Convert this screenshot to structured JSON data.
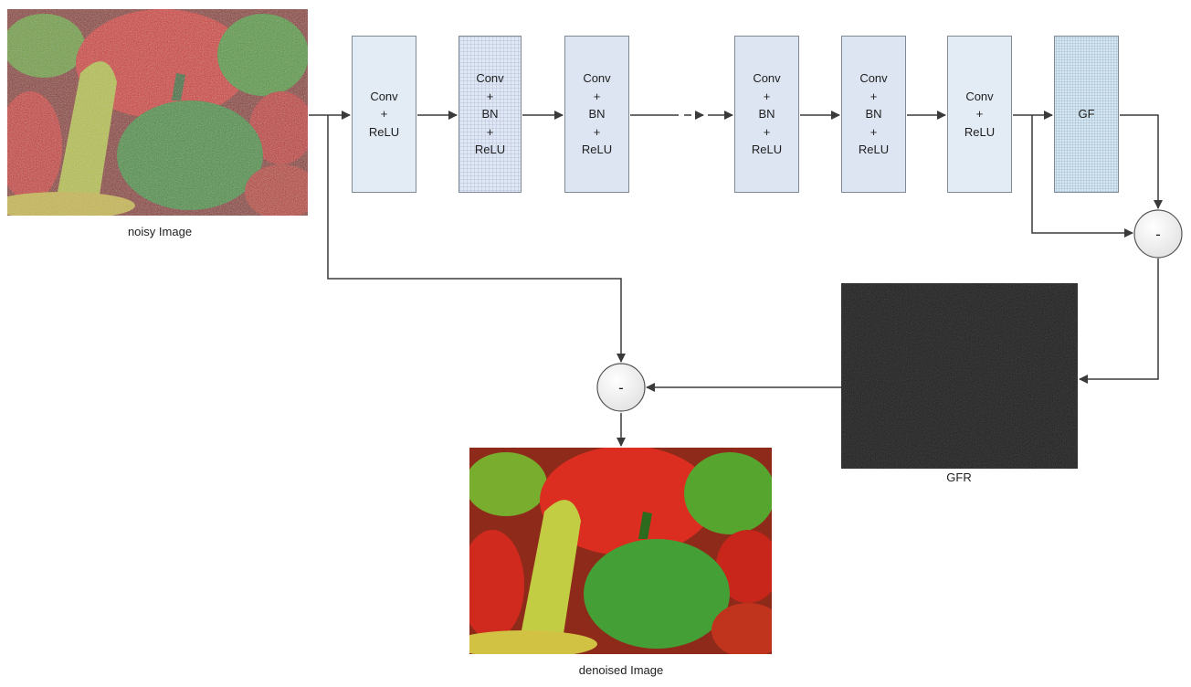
{
  "blocks": [
    {
      "id": "conv1",
      "label": "Conv\n+\nReLU",
      "style": "plain"
    },
    {
      "id": "conv2",
      "label": "Conv\n+\nBN\n+\nReLU",
      "style": "grid"
    },
    {
      "id": "conv3",
      "label": "Conv\n+\nBN\n+\nReLU",
      "style": "bn"
    },
    {
      "id": "conv4",
      "label": "Conv\n+\nBN\n+\nReLU",
      "style": "bn"
    },
    {
      "id": "conv5",
      "label": "Conv\n+\nBN\n+\nReLU",
      "style": "bn"
    },
    {
      "id": "conv6",
      "label": "Conv\n+\nReLU",
      "style": "plain"
    },
    {
      "id": "gf",
      "label": "GF",
      "style": "gf"
    }
  ],
  "operators": {
    "subtract_right": "-",
    "subtract_left": "-"
  },
  "images": {
    "noisy": {
      "caption": "noisy Image"
    },
    "denoised": {
      "caption": "denoised Image"
    },
    "gfr": {
      "caption": "GFR"
    }
  },
  "colors": {
    "line": "#3a3a3a",
    "block_border": "#7f8a96",
    "gfr_fill": "#0b0b0b"
  }
}
